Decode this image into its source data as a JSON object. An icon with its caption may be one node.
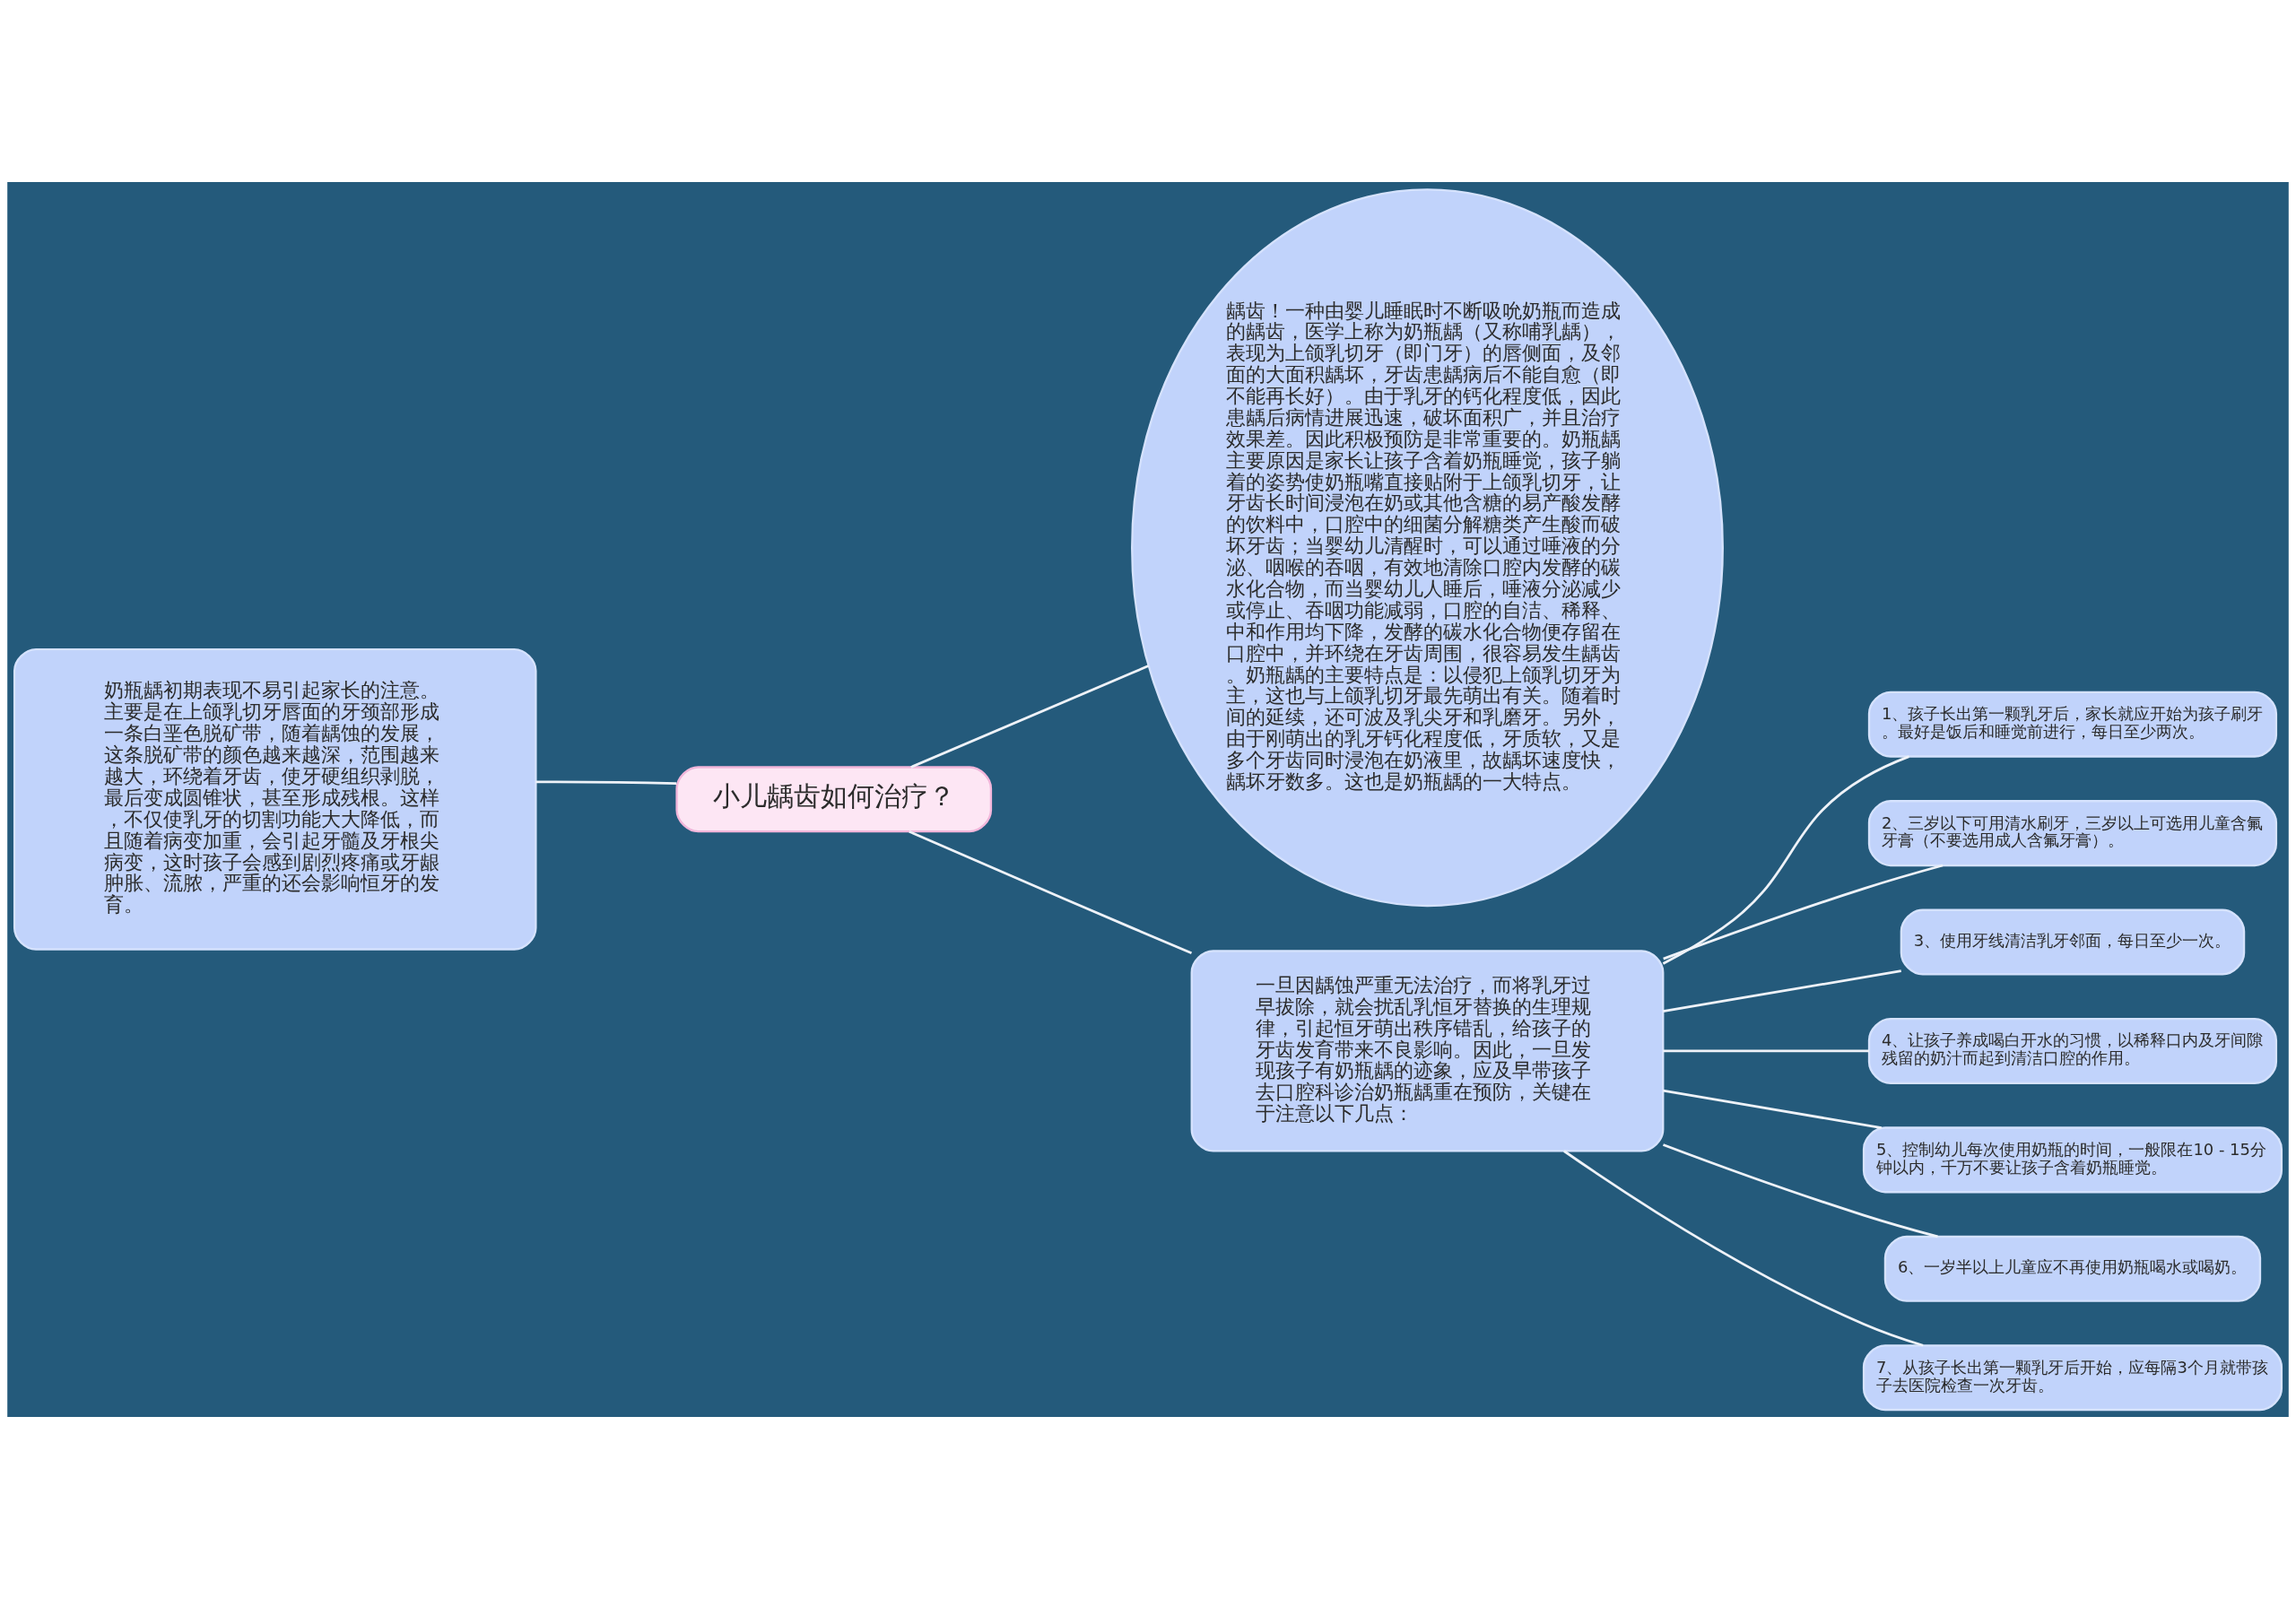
{
  "diagram": {
    "nodes": [
      {
        "text": [
          "小儿龋齿如何治疗？"
        ]
      },
      {
        "text": [
          "龋齿！一种由婴儿睡眠时不断吸吮奶瓶而造成的龋齿，医学上称为奶瓶龋（又称哺乳龋），表现为上颌乳切牙（即门牙）的唇侧面，及邻面的大面积龋坏，牙齿患龋病后不能自愈（即不能再长好）。由于乳牙的钙化程度低，因此患龋后病情进展迅速，破坏面积广，并且治疗效果差。因此积极预防是非常重要的。奶瓶龋主要原因是家长让孩子含着奶瓶睡觉，孩子躺着的姿势使奶瓶嘴直接贴附于上颌乳切牙，让牙齿长时间浸泡在奶或其他含糖的易产酸发酵的饮料中，口腔中的细菌分解糖类产生酸而破坏牙齿；当婴幼儿清醒时，可以通过唾液的分泌、咽喉的吞咽，有效地清除口腔内发酵的碳水化合物，而当婴幼儿人睡后，唾液分泌减少或停止、吞咽功能减弱，口腔的自洁、稀释、中和作用均下降，发酵的碳水化合物便存留在口腔中，并环绕在牙齿周围，很容易发生龋齿。奶瓶龋的主要特点是：以侵犯上颌乳切牙为主，这也与上颌乳切牙最先萌出有关。随着时间的延续，还可波及乳尖牙和乳磨牙。另外，由于刚萌出的乳牙钙化程度低，牙质软，又是多个牙齿同时浸泡在奶液里，故龋坏速度快，龋坏牙数多。这也是奶瓶龋的一大特点。"
        ]
      },
      {
        "text": [
          "奶瓶龋初期表现不易引起家长的注意。主要是在上颌乳切牙唇面的牙颈部形成一条白垩色脱矿带，随着龋蚀的发展，这条脱矿带的颜色越来越深，范围越来越大，环绕着牙齿，使牙硬组织剥脱，最后变成圆锥状，甚至形成残根。这样，不仅使乳牙的切割功能大大降低，而且随着病变加重，会引起牙髓及牙根尖病变，这时孩子会感到剧烈疼痛或牙龈肿胀、流脓，严重的还会影响恒牙的发育。"
        ]
      },
      {
        "text": [
          "一旦因龋蚀严重无法治疗，而将乳牙过早拔除，就会扰乱乳恒牙替换的生理规律，引起恒牙萌出秩序错乱，给孩子的牙齿发育带来不良影响。因此，一旦发现孩子有奶瓶龋的迹象，应及早带孩子去口腔科诊治奶瓶龋重在预防，关键在于注意以下几点："
        ]
      },
      {
        "text": [
          "1、孩子长出第一颗乳牙后，家长就应开始为孩子刷牙。最好是饭后和睡觉前进行，每日至少两次。"
        ]
      },
      {
        "text": [
          "2、三岁以下可用清水刷牙，三岁以上可选用儿童含氟牙膏（不要选用成人含氟牙膏）。"
        ]
      },
      {
        "text": [
          "3、使用牙线清洁乳牙邻面，每日至少一次。"
        ]
      },
      {
        "text": [
          "4、让孩子养成喝白开水的习惯，以稀释口内及牙间隙残留的奶汁而起到清洁口腔的作用。"
        ]
      },
      {
        "text": [
          "5、控制幼儿每次使用奶瓶的时间，一般限在10 - 15分钟以内，千万不要让孩子含着奶瓶睡觉。"
        ]
      },
      {
        "text": [
          "6、一岁半以上儿童应不再使用奶瓶喝水或喝奶。"
        ]
      },
      {
        "text": [
          "7、从孩子长出第一颗乳牙后开始，应每隔3个月就带孩子去医院检查一次牙齿。"
        ]
      }
    ],
    "edges": [
      {
        "from": 0,
        "to": 1,
        "arrow": "none"
      },
      {
        "from": 0,
        "to": 2,
        "arrow": "none"
      },
      {
        "from": 0,
        "to": 3,
        "arrow": "none"
      },
      {
        "from": 3,
        "to": 4,
        "arrow": "none"
      },
      {
        "from": 3,
        "to": 5,
        "arrow": "none"
      },
      {
        "from": 3,
        "to": 6,
        "arrow": "none"
      },
      {
        "from": 3,
        "to": 7,
        "arrow": "none"
      },
      {
        "from": 3,
        "to": 8,
        "arrow": "none"
      },
      {
        "from": 3,
        "to": 9,
        "arrow": "none"
      },
      {
        "from": 3,
        "to": 10,
        "arrow": "none"
      }
    ]
  }
}
